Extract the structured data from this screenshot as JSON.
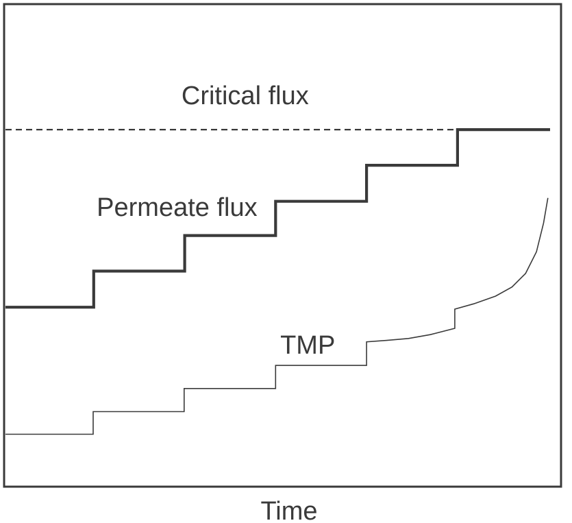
{
  "chart_data": {
    "type": "line",
    "xlabel": "Time",
    "ylabel": "",
    "x_ticks_shown": false,
    "y_ticks_shown": false,
    "grid": false,
    "xlim": [
      0,
      100
    ],
    "ylim": [
      0,
      100
    ],
    "series": [
      {
        "name": "Critical flux",
        "style": "dashed",
        "points": [
          [
            0,
            74.2
          ],
          [
            100,
            74.2
          ]
        ]
      },
      {
        "name": "Permeate flux",
        "style": "thick",
        "points": [
          [
            0,
            37.3
          ],
          [
            16.2,
            37.3
          ],
          [
            16.2,
            44.8
          ],
          [
            32.9,
            44.8
          ],
          [
            32.9,
            52.2
          ],
          [
            49.6,
            52.2
          ],
          [
            49.6,
            59.3
          ],
          [
            66.3,
            59.3
          ],
          [
            66.3,
            66.8
          ],
          [
            83.0,
            66.8
          ],
          [
            83.0,
            74.2
          ],
          [
            100,
            74.2
          ]
        ]
      },
      {
        "name": "TMP",
        "style": "thin",
        "points": [
          [
            0,
            10.9
          ],
          [
            16.1,
            10.9
          ],
          [
            16.1,
            15.6
          ],
          [
            32.8,
            15.6
          ],
          [
            32.8,
            20.4
          ],
          [
            49.6,
            20.4
          ],
          [
            49.6,
            25.2
          ],
          [
            66.3,
            25.2
          ],
          [
            66.3,
            30.1
          ],
          [
            70.0,
            30.4
          ],
          [
            74.0,
            30.8
          ],
          [
            78.0,
            31.6
          ],
          [
            82.5,
            32.9
          ],
          [
            82.5,
            36.9
          ],
          [
            86.0,
            38.0
          ],
          [
            90.0,
            39.6
          ],
          [
            93.0,
            41.5
          ],
          [
            95.5,
            44.3
          ],
          [
            97.5,
            48.8
          ],
          [
            98.8,
            54.8
          ],
          [
            99.6,
            60.0
          ]
        ]
      }
    ],
    "annotations": [
      {
        "text": "Critical flux",
        "x": 44.0,
        "y": 79.5
      },
      {
        "text": "Permeate flux",
        "x": 31.5,
        "y": 56.3
      },
      {
        "text": "TMP",
        "x": 55.5,
        "y": 27.6
      }
    ],
    "colors": {
      "frame": "#3a3a3a",
      "permeate": "#3a3a3a",
      "tmp": "#3a3a3a",
      "critical": "#3a3a3a",
      "text": "#3a3a3a"
    }
  }
}
